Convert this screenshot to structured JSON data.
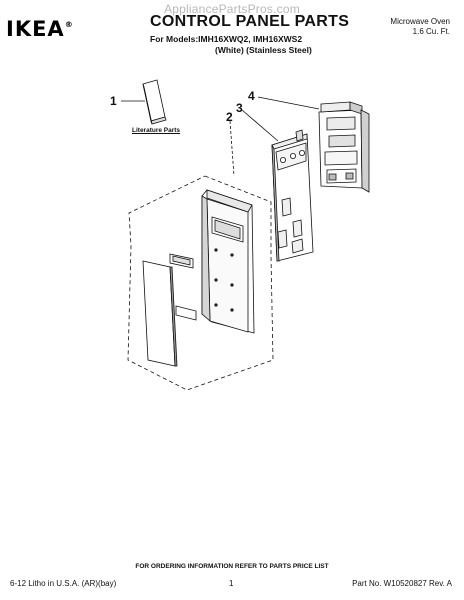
{
  "watermark": "AppliancePartsPros.com",
  "logo_text": "IKEA",
  "logo_mark": "®",
  "title": "CONTROL PANEL PARTS",
  "models": "For Models:IMH16XWQ2, IMH16XWS2",
  "variants": "(White)  (Stainless Steel)",
  "product_line1": "Microwave Oven",
  "product_line2": "1.6 Cu. Ft.",
  "callouts": [
    "1",
    "2",
    "3",
    "4"
  ],
  "literature_label": "Literature Parts",
  "footer": {
    "order_note": "FOR ORDERING INFORMATION REFER TO PARTS PRICE LIST",
    "print_info": "6-12 Litho in U.S.A. (AR)(bay)",
    "page": "1",
    "part_no": "Part No. W10520827 Rev. A"
  }
}
